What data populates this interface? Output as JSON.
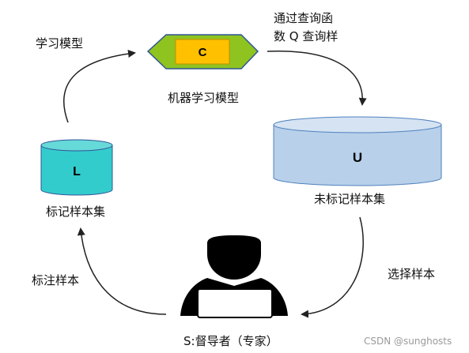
{
  "labels": {
    "learn_model": "学习模型",
    "query_function_line1": "通过查询函",
    "query_function_line2": "数 Q 查询样",
    "ml_model": "机器学习模型",
    "labeled_set": "标记样本集",
    "unlabeled_set": "未标记样本集",
    "select_sample": "选择样本",
    "label_sample": "标注样本",
    "supervisor": "S:督导者（专家）"
  },
  "nodes": {
    "model_letter": "C",
    "labeled_letter": "L",
    "unlabeled_letter": "U"
  },
  "watermark": "CSDN @sunghosts",
  "colors": {
    "hexagon_fill": "#8fc31f",
    "hexagon_inner": "#ffc000",
    "labeled_cylinder": "#33cccc",
    "unlabeled_cylinder": "#b8d0ea",
    "arrow": "#222222",
    "person": "#000000"
  }
}
